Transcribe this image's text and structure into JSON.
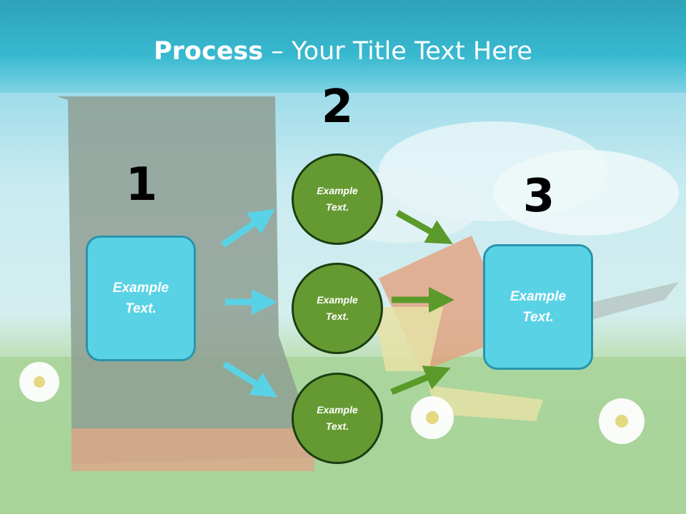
{
  "title": {
    "bold": "Process",
    "dash": " – ",
    "rest": "Your Title Text Here"
  },
  "steps": {
    "num1": "1",
    "num2": "2",
    "num3": "3"
  },
  "box_left": {
    "text": "Example Text."
  },
  "circles": [
    {
      "text": "Example Text."
    },
    {
      "text": "Example Text."
    },
    {
      "text": "Example Text."
    }
  ],
  "box_right": {
    "text": "Example Text."
  },
  "colors": {
    "banner": "#38b9d0",
    "box_fill": "#5ad2e6",
    "circle_fill": "#659a32",
    "arrow_blue": "#5ad2e6",
    "arrow_green": "#5a9a2a"
  },
  "background": {
    "image": "rubber boot with gardening tools, daisies on grass, sky"
  }
}
